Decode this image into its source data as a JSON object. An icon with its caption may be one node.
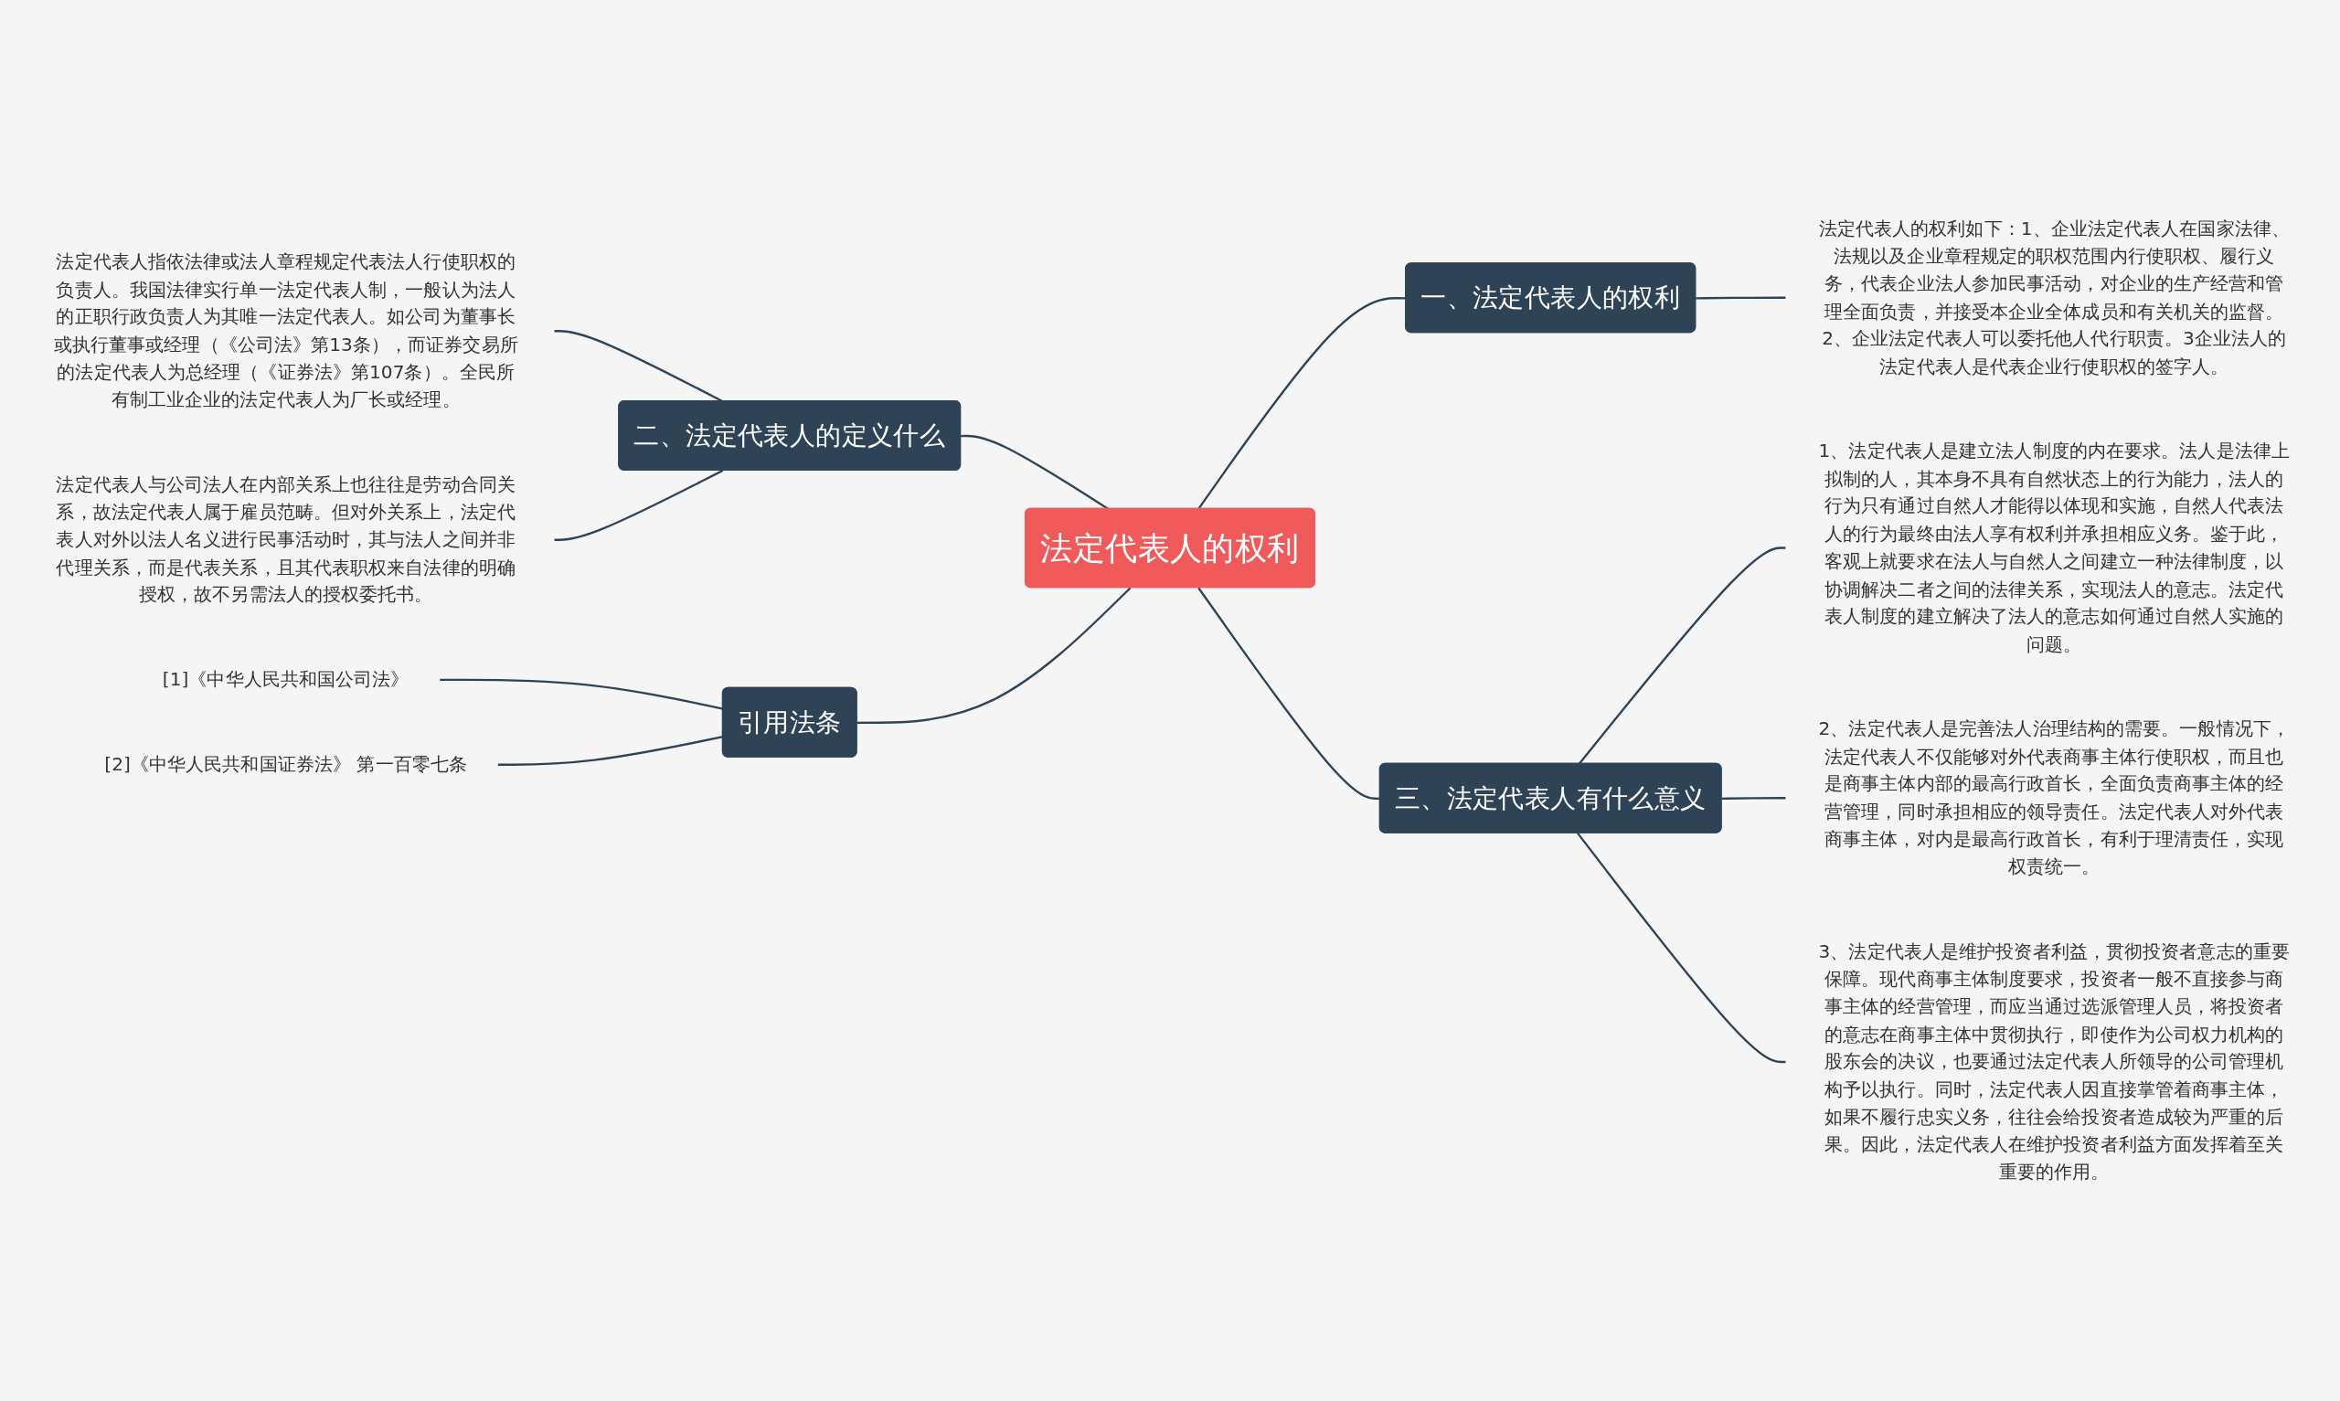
{
  "diagram": {
    "nodes": [
      {
        "text": [
          "法定代表人的权利"
        ]
      },
      {
        "text": [
          "二、法定代表人的定义什么"
        ]
      },
      {
        "text": [
          "法定代表人指依法律或法人章程规定代表法人行使职权的负责人。我国法律实行单一法定代表人制，一般认为法人的正职行政负责人为其唯一法定代表人。如公司为董事长或执行董事或经理（《公司法》第13条），而证券交易所的法定代表人为总经理（《证券法》第107条）。全民所有制工业企业的法定代表人为厂长或经理。"
        ]
      },
      {
        "text": [
          "法定代表人与公司法人在内部关系上也往往是劳动合同关系，故法定代表人属于雇员范畴。但对外关系上，法定代表人对外以法人名义进行民事活动时，其与法人之间并非代理关系，而是代表关系，且其代表职权来自法律的明确授权，故不另需法人的授权委托书。"
        ]
      },
      {
        "text": [
          "引用法条"
        ]
      },
      {
        "text": [
          "[1]《中华人民共和国公司法》"
        ]
      },
      {
        "text": [
          "[2]《中华人民共和国证券法》 第一百零七条"
        ]
      },
      {
        "text": [
          "一、法定代表人的权利"
        ]
      },
      {
        "text": [
          "法定代表人的权利如下：1、企业法定代表人在国家法律、法规以及企业章程规定的职权范围内行使职权、履行义务，代表企业法人参加民事活动，对企业的生产经营和管理全面负责，并接受本企业全体成员和有关机关的监督。2、企业法定代表人可以委托他人代行职责。3企业法人的法定代表人是代表企业行使职权的签字人。"
        ]
      },
      {
        "text": [
          "三、法定代表人有什么意义"
        ]
      },
      {
        "text": [
          "1、法定代表人是建立法人制度的内在要求。法人是法律上拟制的人，其本身不具有自然状态上的行为能力，法人的行为只有通过自然人才能得以体现和实施，自然人代表法人的行为最终由法人享有权利并承担相应义务。鉴于此，客观上就要求在法人与自然人之间建立一种法律制度，以协调解决二者之间的法律关系，实现法人的意志。法定代表人制度的建立解决了法人的意志如何通过自然人实施的问题。"
        ]
      },
      {
        "text": [
          "2、法定代表人是完善法人治理结构的需要。一般情况下，法定代表人不仅能够对外代表商事主体行使职权，而且也是商事主体内部的最高行政首长，全面负责商事主体的经营管理，同时承担相应的领导责任。法定代表人对外代表商事主体，对内是最高行政首长，有利于理清责任，实现权责统一。"
        ]
      },
      {
        "text": [
          "3、法定代表人是维护投资者利益，贯彻投资者意志的重要保障。现代商事主体制度要求，投资者一般不直接参与商事主体的经营管理，而应当通过选派管理人员，将投资者的意志在商事主体中贯彻执行，即使作为公司权力机构的股东会的决议，也要通过法定代表人所领导的公司管理机构予以执行。同时，法定代表人因直接掌管着商事主体，如果不履行忠实义务，往往会给投资者造成较为严重的后果。因此，法定代表人在维护投资者利益方面发挥着至关重要的作用。"
        ]
      }
    ],
    "edges": [
      {
        "from": 2,
        "to": 1,
        "arrow": "none"
      },
      {
        "from": 3,
        "to": 1,
        "arrow": "none"
      },
      {
        "from": 1,
        "to": 0,
        "arrow": "none"
      },
      {
        "from": 5,
        "to": 4,
        "arrow": "none"
      },
      {
        "from": 6,
        "to": 4,
        "arrow": "none"
      },
      {
        "from": 4,
        "to": 0,
        "arrow": "none"
      },
      {
        "from": 0,
        "to": 7,
        "arrow": "none"
      },
      {
        "from": 7,
        "to": 8,
        "arrow": "none"
      },
      {
        "from": 0,
        "to": 9,
        "arrow": "none"
      },
      {
        "from": 9,
        "to": 10,
        "arrow": "none"
      },
      {
        "from": 9,
        "to": 11,
        "arrow": "none"
      },
      {
        "from": 9,
        "to": 12,
        "arrow": "none"
      }
    ]
  }
}
